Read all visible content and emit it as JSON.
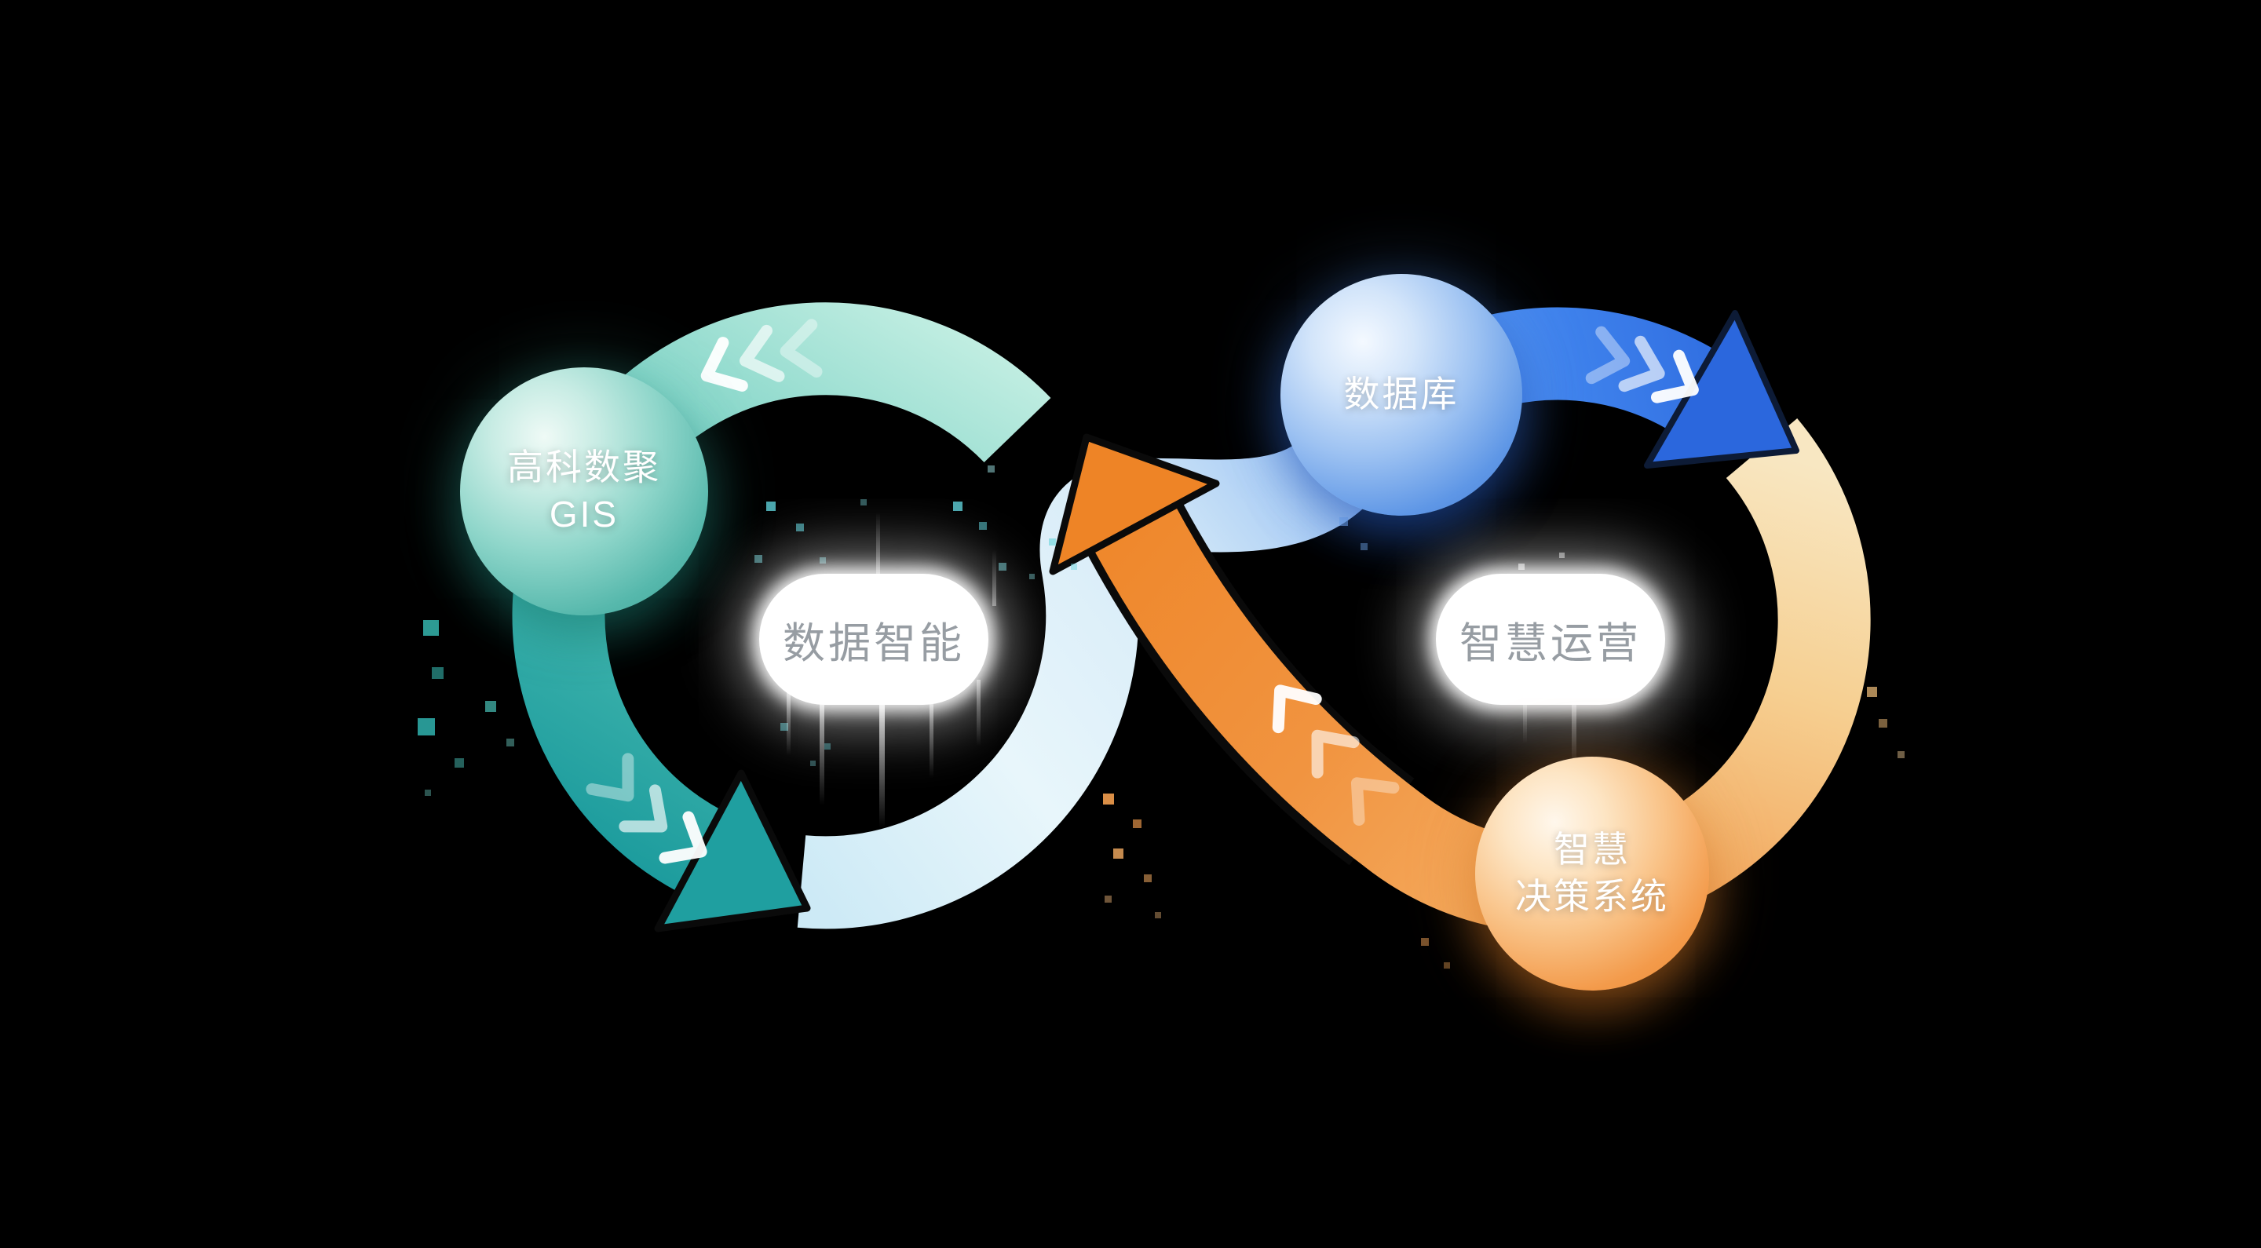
{
  "labels": {
    "data_intelligence": "数据智能",
    "smart_operation": "智慧运营"
  },
  "nodes": {
    "gis": {
      "lines": [
        "高科数聚",
        "GIS"
      ]
    },
    "database": {
      "lines": [
        "数据库"
      ]
    },
    "decision": {
      "lines": [
        "智慧",
        "决策系统"
      ]
    }
  },
  "colors": {
    "background": "#000000",
    "teal_light": "#b9ebdf",
    "teal_dark": "#17989b",
    "light_blue": "#cfeef8",
    "blue": "#2e6fe2",
    "tan": "#f6e2b6",
    "orange": "#ee8426",
    "pill_text": "#979da3",
    "node_text": "#ffffff"
  }
}
